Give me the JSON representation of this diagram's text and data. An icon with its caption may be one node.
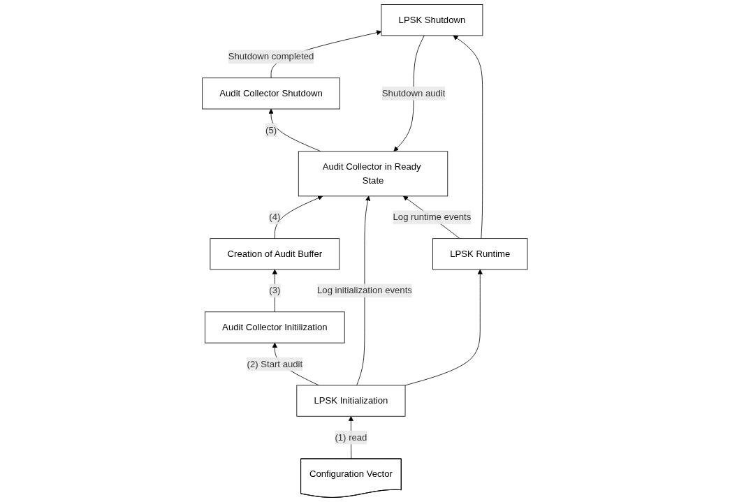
{
  "diagram": {
    "nodes": [
      {
        "text": [
          "Audit Collector Initilization"
        ]
      },
      {
        "text": [
          "Creation of Audit Buffer"
        ]
      },
      {
        "text": [
          "Audit Collector in Ready State"
        ]
      },
      {
        "text": [
          "Audit Collector Shutdown"
        ]
      },
      {
        "text": [
          "LPSK Initialization"
        ]
      },
      {
        "text": [
          "LPSK Runtime"
        ]
      },
      {
        "text": [
          "LPSK Shutdown"
        ]
      },
      {
        "text": [
          "Configuration Vector"
        ]
      }
    ],
    "edges": [
      {
        "from": 0,
        "to": 1,
        "arrow": "to",
        "label": "(3)"
      },
      {
        "from": 1,
        "to": 2,
        "arrow": "to",
        "label": "(4)"
      },
      {
        "from": 2,
        "to": 3,
        "arrow": "to",
        "label": "(5)"
      },
      {
        "from": 4,
        "to": 0,
        "arrow": "to",
        "label": "(2) Start audit"
      },
      {
        "from": 4,
        "to": 2,
        "arrow": "to",
        "label": "Log initialization events"
      },
      {
        "from": 5,
        "to": 2,
        "arrow": "to",
        "label": "Log runtime events"
      },
      {
        "from": 6,
        "to": 2,
        "arrow": "to",
        "label": "Shutdown audit"
      },
      {
        "from": 3,
        "to": 6,
        "arrow": "to",
        "label": "Shutdown completed"
      },
      {
        "from": 4,
        "to": 5,
        "arrow": "to"
      },
      {
        "from": 5,
        "to": 6,
        "arrow": "to"
      },
      {
        "from": 7,
        "to": 4,
        "arrow": "to",
        "label": "(1) read"
      }
    ]
  }
}
